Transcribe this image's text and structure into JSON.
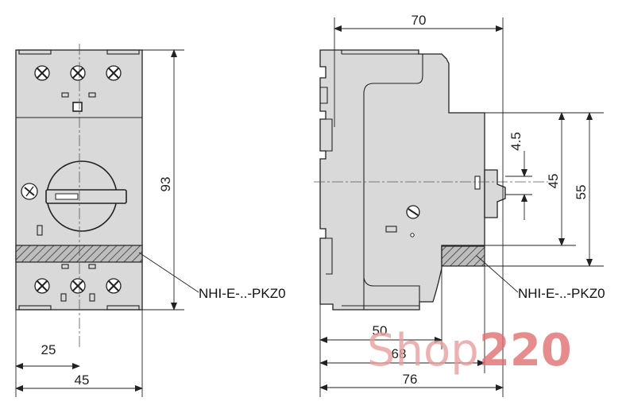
{
  "front_view": {
    "dim_height": "93",
    "dim_offset": "25",
    "dim_width": "45"
  },
  "side_view": {
    "dim_depth_top": "70",
    "dim_small": "4.5",
    "dim_h45": "45",
    "dim_h55": "55",
    "dim_50": "50",
    "dim_68": "68",
    "dim_76": "76"
  },
  "labels": {
    "front_accessory": "NHI-E-..-PKZ0",
    "side_accessory": "NHI-E-..-PKZ0"
  },
  "watermark": {
    "word": "Shop",
    "number": "220",
    "color_word": "#e8a0a0",
    "color_number": "#e07070"
  }
}
